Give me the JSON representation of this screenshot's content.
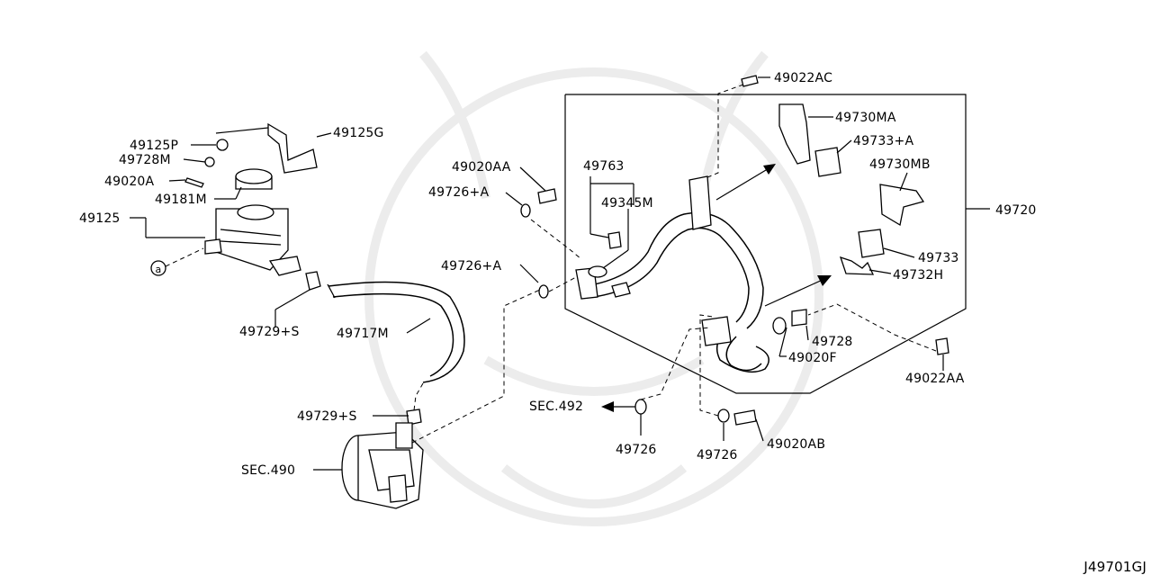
{
  "diagram_id": "J49701GJ",
  "sections": {
    "sec_492": "SEC.492",
    "sec_490": "SEC.490"
  },
  "parts": {
    "p49022AC": "49022AC",
    "p49730MA": "49730MA",
    "p49733A": "49733+A",
    "p49730MB": "49730MB",
    "p49720": "49720",
    "p49733": "49733",
    "p49732H": "49732H",
    "p49728_r": "49728",
    "p49020F": "49020F",
    "p49022AA": "49022AA",
    "p49020AB": "49020AB",
    "p49726_b2": "49726",
    "p49726_b1": "49726",
    "p49763": "49763",
    "p49345M": "49345M",
    "p49020AA": "49020AA",
    "p49726A_1": "49726+A",
    "p49726A_2": "49726+A",
    "p49125P": "49125P",
    "p49728M": "49728M",
    "p49020A": "49020A",
    "p49181M": "49181M",
    "p49125": "49125",
    "p49125G": "49125G",
    "p49729S_1": "49729+S",
    "p49717M": "49717M",
    "p49729S_2": "49729+S",
    "circle_a": "a"
  }
}
